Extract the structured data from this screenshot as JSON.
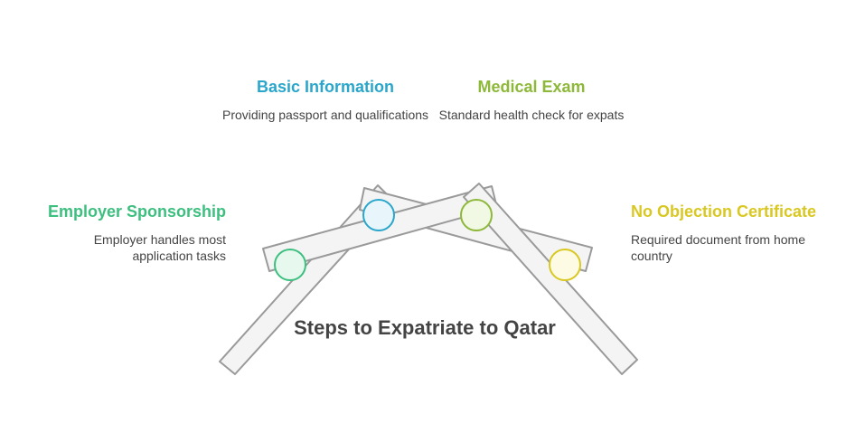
{
  "title": "Steps to Expatriate to Qatar",
  "steps": {
    "basic_information": {
      "title": "Basic Information",
      "description": "Providing passport and qualifications",
      "color": "#2BA6CB"
    },
    "medical_exam": {
      "title": "Medical Exam",
      "description": "Standard health check for expats",
      "color": "#8DB83A"
    },
    "employer_sponsorship": {
      "title": "Employer Sponsorship",
      "description": "Employer handles most application tasks",
      "color": "#3DBF7F"
    },
    "no_objection_certificate": {
      "title": "No Objection Certificate",
      "description": "Required document from home country",
      "color": "#D9C722"
    }
  },
  "colors": {
    "beam_fill": "#f4f4f4",
    "beam_stroke": "#9a9a9a",
    "title_text": "#444444",
    "description_text": "#444444"
  }
}
